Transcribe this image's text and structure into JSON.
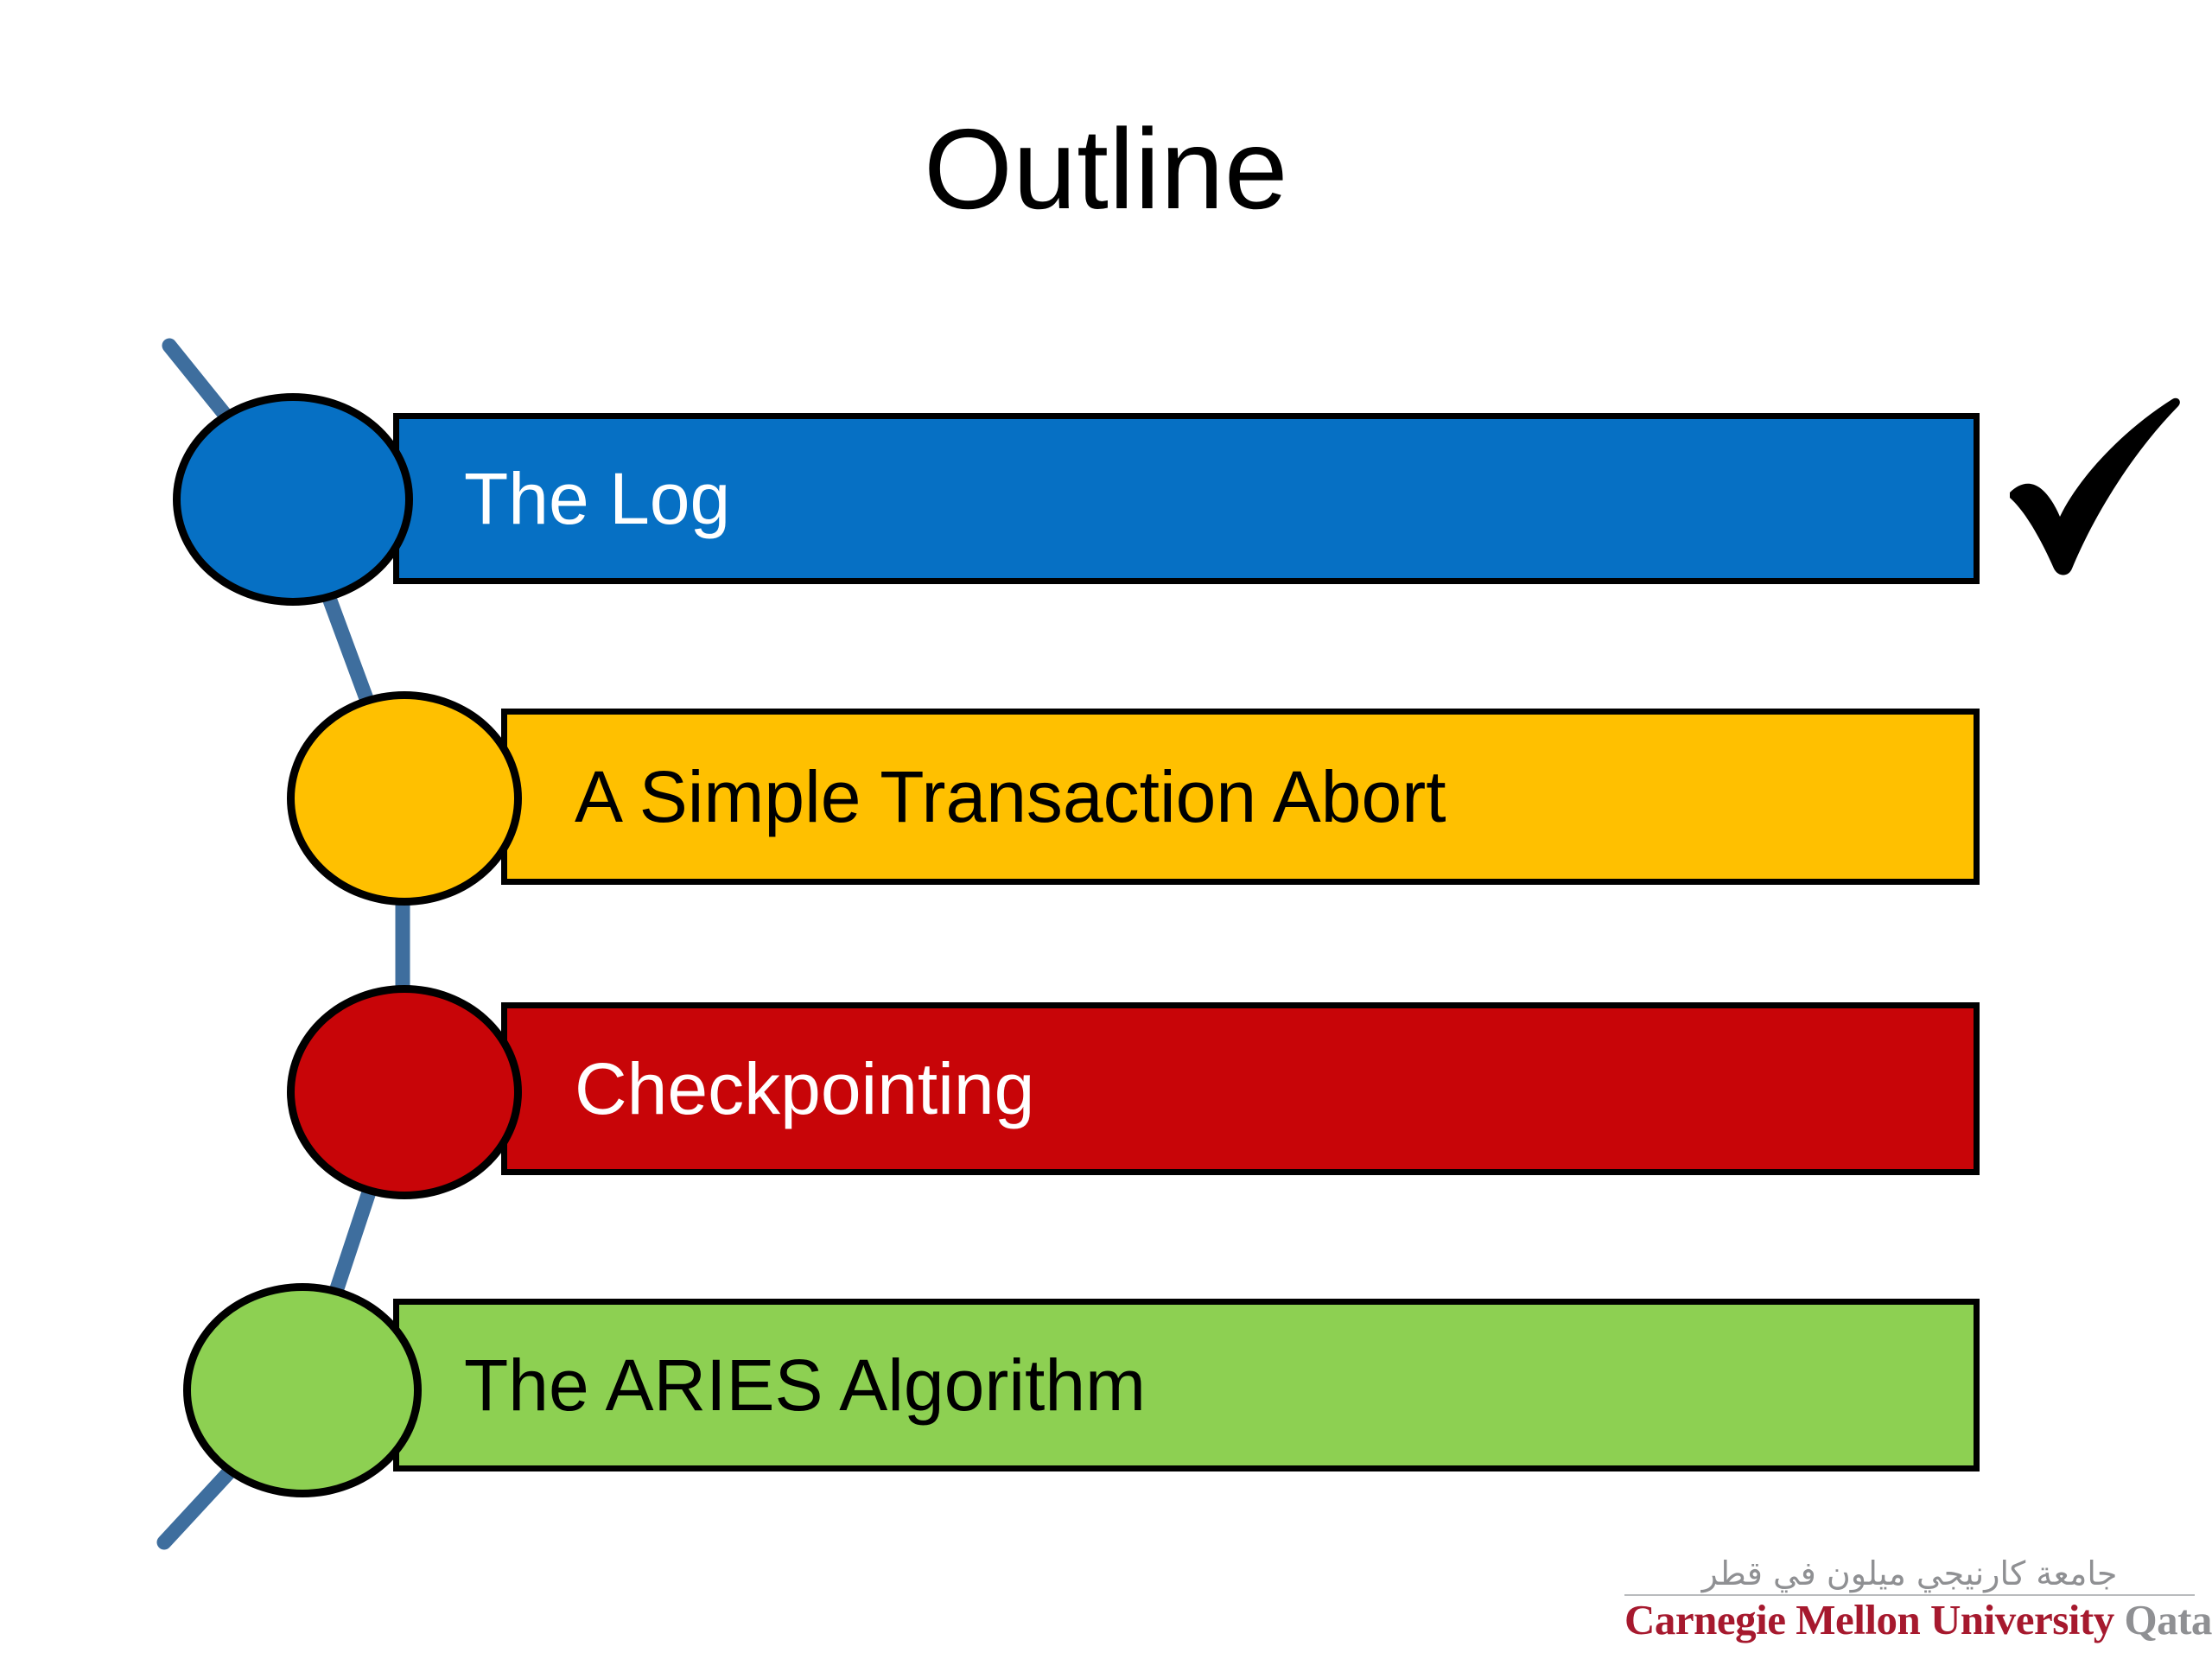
{
  "slide": {
    "title": "Outline",
    "background_color": "#FFFFFF"
  },
  "outline_items": [
    {
      "index": 1,
      "label": "The Log",
      "fill_color": "#0670C4",
      "text_color": "#FFFFFF",
      "completed": true,
      "check_icon": "check-mark-icon"
    },
    {
      "index": 2,
      "label": "A Simple Transaction Abort",
      "fill_color": "#FFC000",
      "text_color": "#000000",
      "completed": false,
      "check_icon": ""
    },
    {
      "index": 3,
      "label": "Checkpointing",
      "fill_color": "#C80508",
      "text_color": "#FFFFFF",
      "completed": false,
      "check_icon": ""
    },
    {
      "index": 4,
      "label": "The ARIES Algorithm",
      "fill_color": "#8DD052",
      "text_color": "#000000",
      "completed": false,
      "check_icon": ""
    }
  ],
  "connector": {
    "color": "#3E6E9E",
    "description": "zig-zag line threading through the four circles"
  },
  "logo": {
    "arabic": "جامعة كارنيجي ميلون في قطر",
    "name": "Carnegie Mellon University",
    "campus": "Qatar",
    "name_color": "#A6192E",
    "campus_color": "#8F9093"
  }
}
